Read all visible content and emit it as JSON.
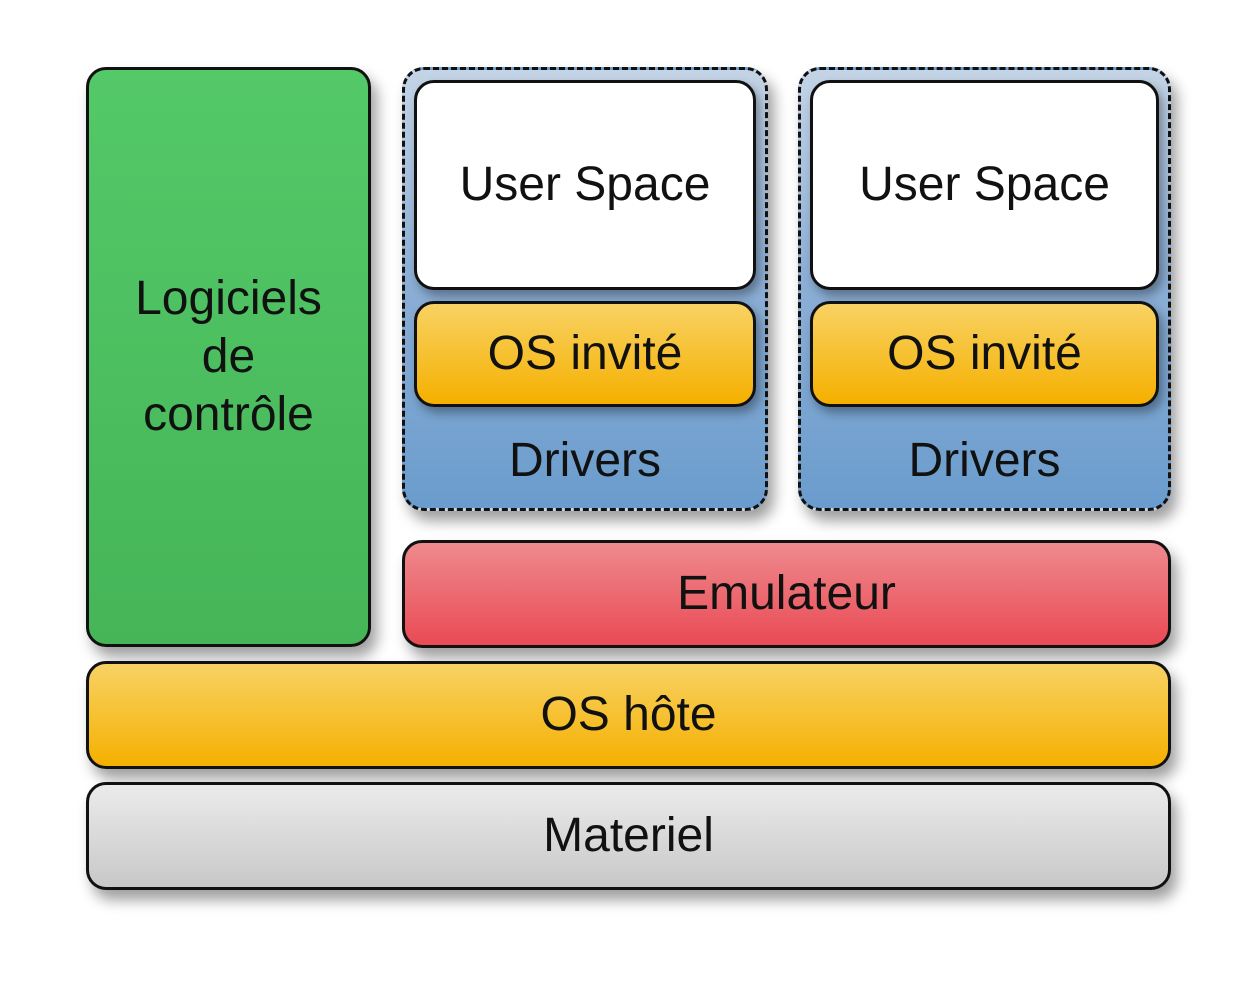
{
  "control": {
    "label": "Logiciels de contrôle"
  },
  "vms": [
    {
      "user_space": "User Space",
      "guest_os": "OS invité",
      "drivers": "Drivers"
    },
    {
      "user_space": "User Space",
      "guest_os": "OS invité",
      "drivers": "Drivers"
    }
  ],
  "emulator": {
    "label": "Emulateur"
  },
  "host_os": {
    "label": "OS hôte"
  },
  "hardware": {
    "label": "Materiel"
  },
  "colors": {
    "control": "#4fc163",
    "vm_container": "#8fb0d6",
    "user_space": "#ffffff",
    "os": "#f5b000",
    "emulator": "#ea4a54",
    "hardware": "#d6d6d6"
  }
}
